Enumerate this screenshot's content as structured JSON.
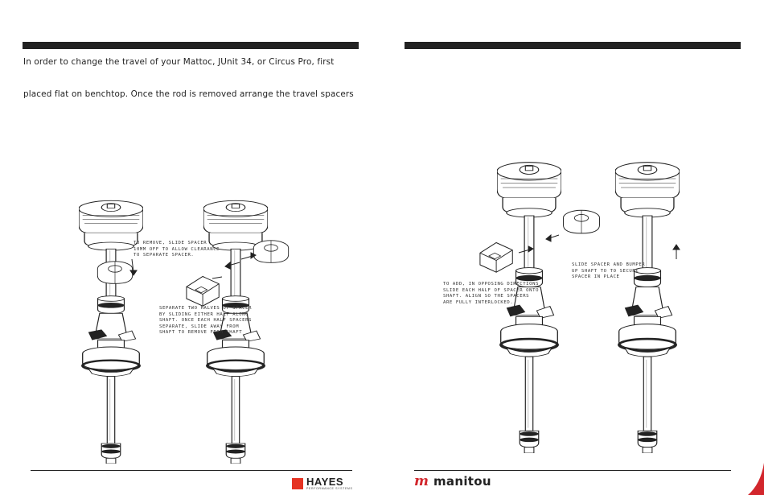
{
  "left_page": {
    "intro_line_1": "In order to change the travel of your Mattoc, JUnit 34, or Circus Pro, first",
    "intro_line_2": "placed flat on benchtop. Once the rod is removed arrange the travel spacers",
    "callouts": {
      "remove_slide": "To remove, slide spacer\n10mm off to allow clearance\nto separate spacer.",
      "separate_halves": "Separate two halves of spacer\nby sliding either half along\nshaft. Once each half spacers\nseparate, slide away from\nshaft to remove from shaft"
    },
    "footer_logo": {
      "name": "HAYES",
      "subtitle": "PERFORMANCE SYSTEMS",
      "mark_color": "#e53323"
    }
  },
  "right_page": {
    "callouts": {
      "add_spacer": "To add, in opposing directions\nslide each half of spacer onto\nshaft. Align so the spacers\nare fully interlocked.",
      "slide_bumper": "Slide spacer and bumper\nup shaft to to secure\nspacer in place"
    },
    "footer_logo": {
      "mark": "m",
      "name": "manitou",
      "mark_color": "#d2262c"
    }
  },
  "colors": {
    "rule": "#222222",
    "accent_red": "#d2262c"
  }
}
